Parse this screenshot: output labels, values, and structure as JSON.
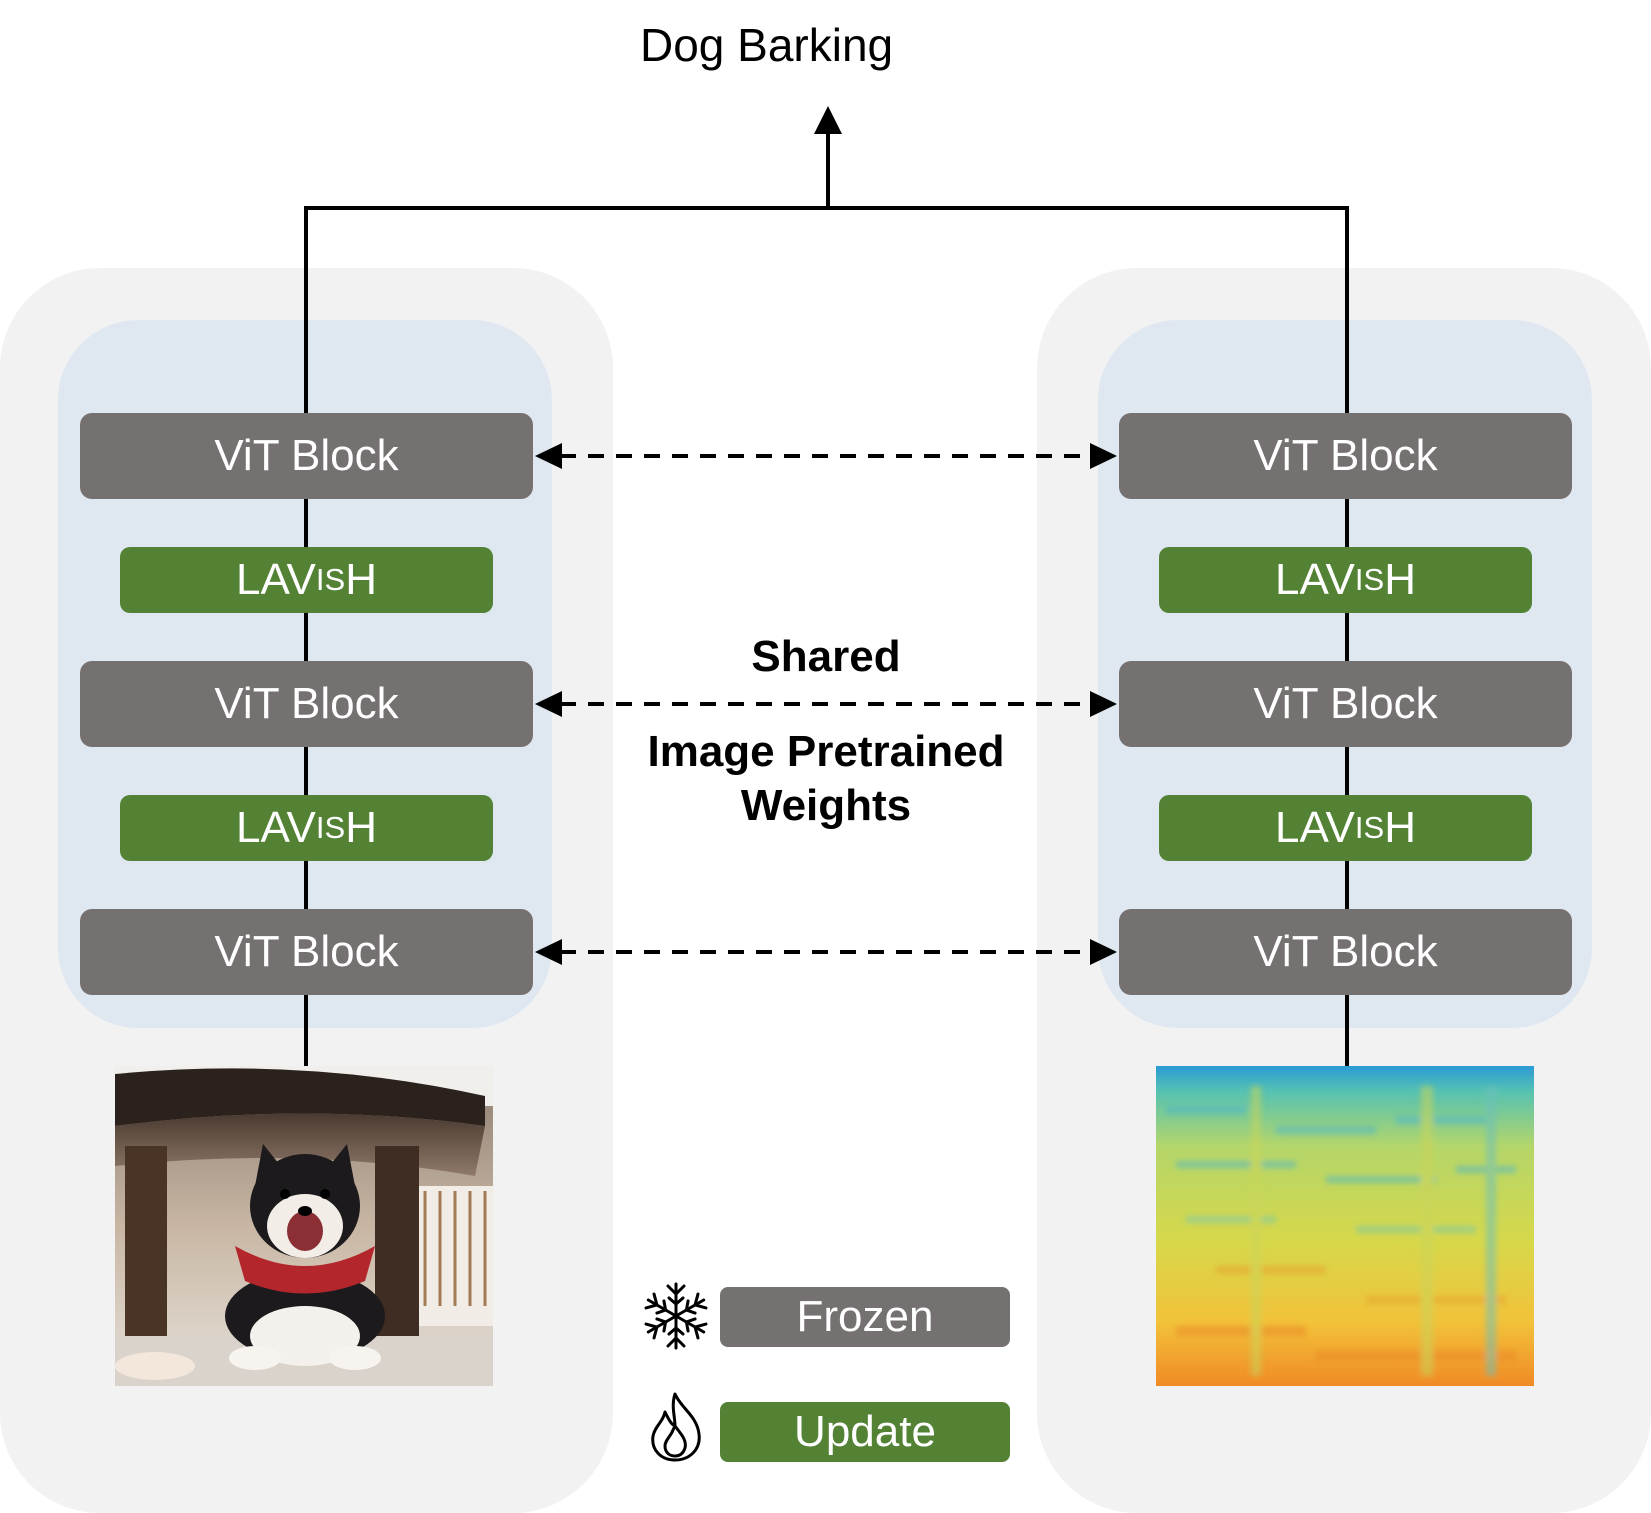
{
  "output": {
    "label": "Dog Barking"
  },
  "left_stream": {
    "blocks": [
      "ViT Block",
      "ViT Block",
      "ViT Block"
    ],
    "adapters": [
      {
        "main": "LAV",
        "small": "IS",
        "tail": "H"
      },
      {
        "main": "LAV",
        "small": "IS",
        "tail": "H"
      }
    ]
  },
  "right_stream": {
    "blocks": [
      "ViT Block",
      "ViT Block",
      "ViT Block"
    ],
    "adapters": [
      {
        "main": "LAV",
        "small": "IS",
        "tail": "H"
      },
      {
        "main": "LAV",
        "small": "IS",
        "tail": "H"
      }
    ]
  },
  "shared_note": {
    "line1": "Shared",
    "line2": "Image Pretrained",
    "line3": "Weights"
  },
  "legend": {
    "frozen_label": "Frozen",
    "update_label": "Update",
    "frozen_icon": "snowflake-icon",
    "update_icon": "flame-icon"
  },
  "colors": {
    "frozen": "#767171",
    "update": "#548235",
    "outer_panel": "#f2f2f2",
    "inner_panel": "#dfe8f0"
  }
}
